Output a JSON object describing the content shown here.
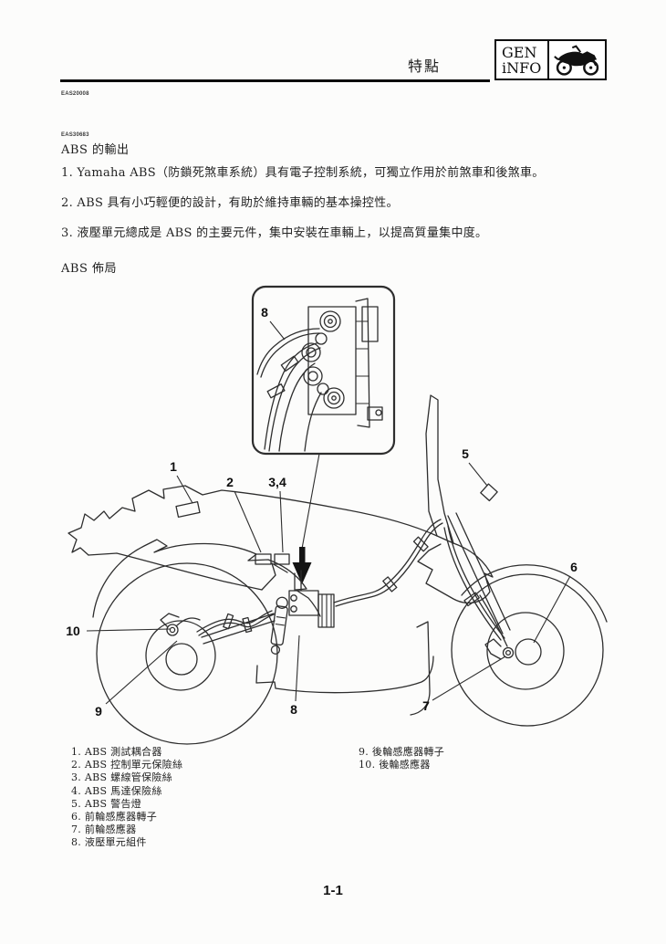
{
  "header": {
    "title": "特點",
    "tab_line1": "GEN",
    "tab_line2": "iNFO"
  },
  "codes": {
    "top": "EAS20008",
    "section": "EAS30683"
  },
  "sections": {
    "abs_output": {
      "heading": "ABS 的輸出",
      "items": [
        "1.  Yamaha ABS（防鎖死煞車系統）具有電子控制系統，可獨立作用於前煞車和後煞車。",
        "2.  ABS 具有小巧輕便的設計，有助於維持車輛的基本操控性。",
        "3.  液壓單元總成是 ABS 的主要元件，集中安裝在車輛上，以提高質量集中度。"
      ]
    },
    "abs_layout": {
      "heading": "ABS 佈局"
    }
  },
  "diagram": {
    "callouts": {
      "c1": "1",
      "c2": "2",
      "c34": "3,4",
      "c5": "5",
      "c6": "6",
      "c7": "7",
      "c8": "8",
      "c8_inset": "8",
      "c9": "9",
      "c10": "10"
    }
  },
  "legend": {
    "left": [
      "1. ABS 測試耦合器",
      "2. ABS 控制單元保險絲",
      "3. ABS 螺線管保險絲",
      "4. ABS 馬達保險絲",
      "5. ABS 警告燈",
      "6. 前輪感應器轉子",
      "7. 前輪感應器",
      "8. 液壓單元組件"
    ],
    "right": [
      "9. 後輪感應器轉子",
      "10. 後輪感應器"
    ]
  },
  "footer": {
    "page_number": "1-1"
  },
  "colors": {
    "ink": "#2e2e2e",
    "paper": "#fcfcfb"
  }
}
